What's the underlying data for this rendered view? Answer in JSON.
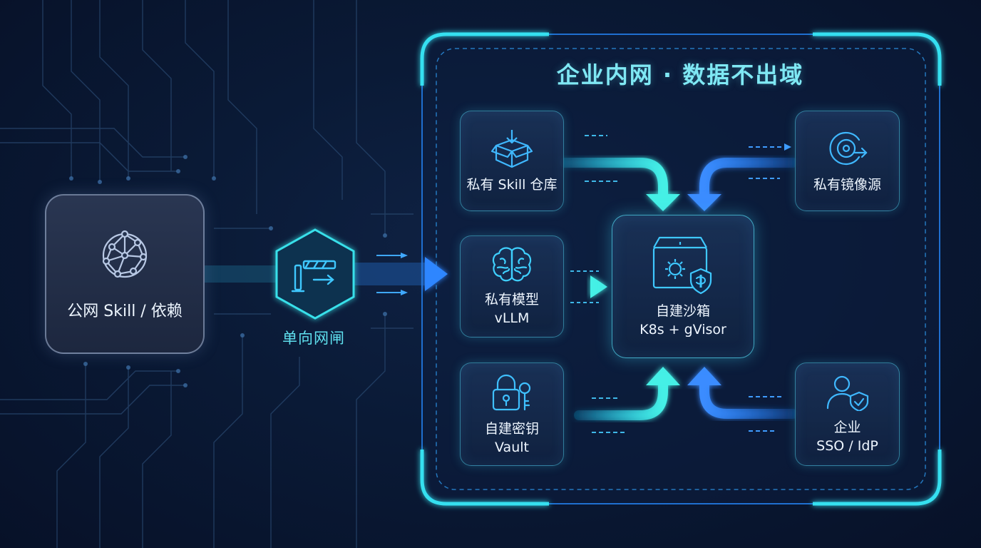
{
  "title": "企业内网 · 数据不出域",
  "public_source": {
    "label": "公网 Skill / 依赖",
    "icon": "network-globe-icon"
  },
  "gateway": {
    "label": "单向网闸",
    "icon": "barrier-gate-icon"
  },
  "nodes": {
    "skill_repo": {
      "label": "私有 Skill 仓库",
      "icon": "package-download-icon"
    },
    "model": {
      "line1": "私有模型",
      "line2": "vLLM",
      "icon": "brain-icon"
    },
    "vault": {
      "line1": "自建密钥",
      "line2": "Vault",
      "icon": "lock-key-icon"
    },
    "sandbox": {
      "line1": "自建沙箱",
      "line2": "K8s + gVisor",
      "icon": "sandbox-gear-shield-icon"
    },
    "image_registry": {
      "label": "私有镜像源",
      "icon": "disc-arrow-icon"
    },
    "sso": {
      "line1": "企业",
      "line2": "SSO / IdP",
      "icon": "user-shield-icon"
    }
  },
  "colors": {
    "accent_cyan": "#3fe0e8",
    "accent_blue": "#2e8cff",
    "frame": "#2fd4f0"
  }
}
